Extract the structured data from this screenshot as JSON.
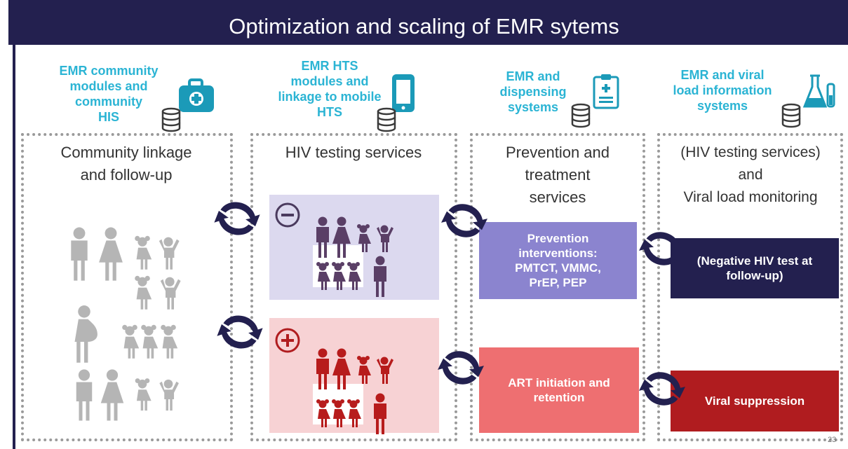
{
  "title": "Optimization and scaling of EMR sytems",
  "headers": [
    "EMR community modules and community HIS",
    "EMR HTS modules and linkage to mobile HTS",
    "EMR and dispensing systems",
    "EMR and viral load information systems"
  ],
  "header_lines": [
    [
      "EMR community",
      "modules and",
      "community",
      "HIS"
    ],
    [
      "EMR HTS",
      "modules and",
      "linkage to mobile",
      "HTS"
    ],
    [
      "EMR and",
      "dispensing",
      "systems"
    ],
    [
      "EMR and viral",
      "load information",
      "systems"
    ]
  ],
  "columns": [
    {
      "title_lines": [
        "Community linkage",
        "and  follow-up"
      ]
    },
    {
      "title_lines": [
        "HIV testing services"
      ]
    },
    {
      "title_lines": [
        "Prevention and",
        "treatment",
        "services"
      ]
    },
    {
      "title_lines": [
        "(HIV testing services)",
        "and",
        "Viral load monitoring"
      ]
    }
  ],
  "boxes": {
    "prevention": [
      "Prevention",
      "interventions:",
      "PMTCT, VMMC,",
      "PrEP, PEP"
    ],
    "art": [
      "ART initiation and",
      "retention"
    ],
    "negative": [
      "(Negative HIV test at",
      "follow-up)"
    ],
    "viral": [
      "Viral suppression"
    ]
  },
  "page_number": "23",
  "colors": {
    "navy": "#23204f",
    "cyan": "#2bb4d4",
    "teal_icon": "#1b9ab8",
    "lavender": "#dcd9ef",
    "purple_box": "#8b84cf",
    "pink": "#f7d2d4",
    "salmon": "#ee6f71",
    "red": "#b01c1f",
    "grey_people": "#b5b5b5",
    "negative_people": "#5a3f66",
    "positive_people": "#b71c1c"
  },
  "icons": [
    "first-aid-kit-icon",
    "mobile-phone-icon",
    "clipboard-icon",
    "lab-flask-icon",
    "database-icon",
    "minus-circle-icon",
    "plus-circle-icon",
    "people-icon",
    "cycle-arrows-icon"
  ]
}
